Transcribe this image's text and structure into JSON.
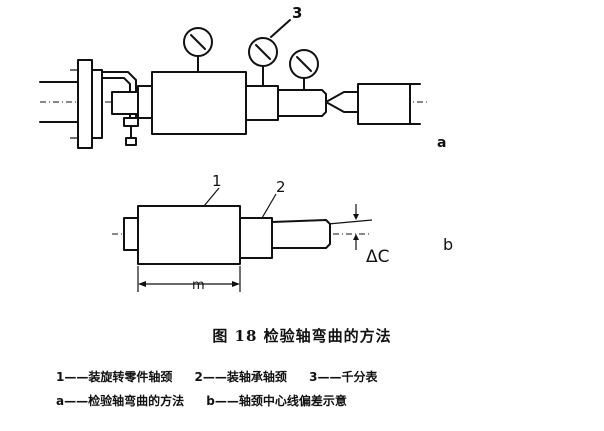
{
  "diagram": {
    "labels": {
      "label_3_top": "3",
      "label_a": "a",
      "label_1": "1",
      "label_2": "2",
      "label_b": "b",
      "label_m": "m",
      "label_delta_c": "ΔC"
    }
  },
  "caption": {
    "title": "图 18   检验轴弯曲的方法"
  },
  "legend": {
    "row1": [
      "1——装旋转零件轴颈",
      "2——装轴承轴颈",
      "3——千分表"
    ],
    "row2": [
      "a——检验轴弯曲的方法",
      "b——轴颈中心线偏差示意"
    ]
  }
}
